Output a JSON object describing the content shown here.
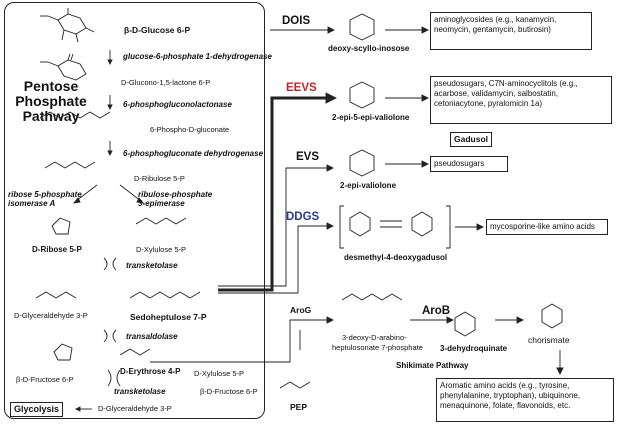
{
  "ppp": {
    "title_line1": "Pentose",
    "title_line2": "Phosphate",
    "title_line3": "Pathway",
    "glucose6p": "β-D-Glucose 6-P",
    "enz_g6pdh": "glucose-6-phosphate 1-dehydrogenase",
    "gluconolactone": "D-Glucono-1,5-lactone 6-P",
    "enz_lactonase": "6-phosphogluconolactonase",
    "phosphogluconate": "6-Phospho-D-gluconate",
    "enz_6pgdh": "6-phosphogluconate dehydrogenase",
    "ribulose5p": "D-Ribulose 5-P",
    "enz_rpi": "ribose 5-phosphate isomerase A",
    "enz_rpe": "ribulose-phosphate 3-epimerase",
    "ribose5p": "D-Ribose 5-P",
    "xylulose5p": "D-Xylulose 5-P",
    "enz_transketolase": "transketolase",
    "glyceraldehyde3p": "D-Glyceraldehyde 3-P",
    "sedoheptulose7p": "Sedoheptulose 7-P",
    "enz_transaldolase": "transaldolase",
    "fructose6p": "β-D-Fructose 6-P",
    "erythrose4p": "D-Erythrose 4-P",
    "xylulose5p_b": "D-Xylulose 5-P",
    "enz_transketolase2": "transketolase",
    "fructose6p_b": "β-D-Fructose 6-P",
    "glyceraldehyde3p_b": "D-Glyceraldehyde 3-P",
    "glycolysis": "Glycolysis"
  },
  "branches": {
    "dois_label": "DOIS",
    "dois_product": "deoxy-scyllo-inosose",
    "dois_box": "aminoglycosides (e.g., kanamycin, neomycin, gentamycin, butirosin)",
    "eevs_label": "EEVS",
    "eevs_product": "2-epi-5-epi-valiolone",
    "eevs_box": "pseudosugars, C7N-aminocyclitols (e.g., acarbose, validamycin, salbostatin, cetoniacytone, pyralomicin 1a)",
    "gadusol": "Gadusol",
    "evs_label": "EVS",
    "evs_product": "2-epi-valiolone",
    "evs_box": "pseudosugars",
    "ddgs_label": "DDGS",
    "ddgs_product": "desmethyl-4-deoxygadusol",
    "ddgs_box": "mycosporine-like amino acids"
  },
  "shikimate": {
    "arog": "AroG",
    "dahp_line1": "3-deoxy-D-arabino-",
    "dahp_line2": "heptulosonate 7-phosphate",
    "arob": "AroB",
    "dhq": "3-dehydroquinate",
    "chorismate": "chorismate",
    "pathway": "Shikimate Pathway",
    "pep": "PEP",
    "aromatic_box": "Aromatic amino acids (e.g., tyrosine, phenylalanine, tryptophan), ubiquinone, menaquinone, folate, flavonoids, etc."
  },
  "colors": {
    "eevs": "#c0262d",
    "ddgs": "#2b3a8c",
    "rpi_accent": "#2b3a8c",
    "line": "#222222"
  }
}
